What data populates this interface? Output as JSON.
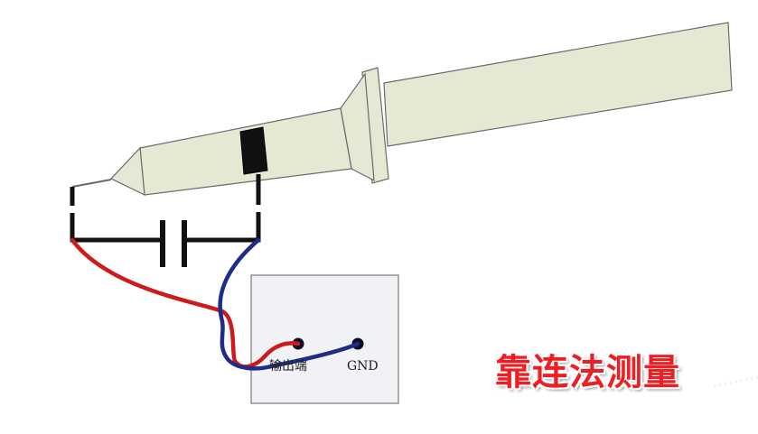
{
  "labels": {
    "output_terminal": "输出端",
    "gnd": "GND"
  },
  "title": "靠连法测量",
  "colors": {
    "probe_body": "#e3e9d3",
    "probe_outline": "#6b6b6b",
    "box_fill": "#f1f2f5",
    "red_wire": "#cc1b1b",
    "blue_wire": "#1e2d86",
    "title": "#ee1f24"
  }
}
